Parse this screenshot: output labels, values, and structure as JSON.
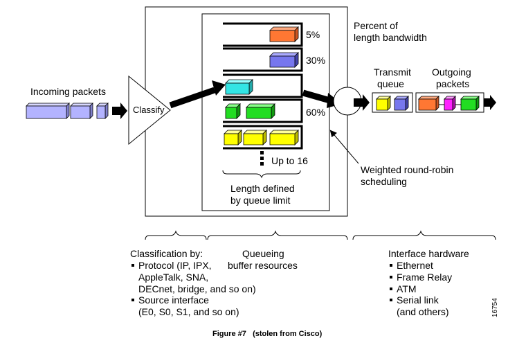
{
  "labels": {
    "incoming": "Incoming packets",
    "classify": "Classify",
    "percent_1": "Percent of",
    "percent_2": "length bandwidth",
    "pct_5": "5%",
    "pct_30": "30%",
    "pct_60": "60%",
    "up_to_16": "Up to 16",
    "length_1": "Length defined",
    "length_2": "by queue limit",
    "transmit_1": "Transmit",
    "transmit_2": "queue",
    "outgoing_1": "Outgoing",
    "outgoing_2": "packets",
    "wrr_1": "Weighted round-robin",
    "wrr_2": "scheduling"
  },
  "sections": {
    "classification": {
      "title": "Classification by:",
      "lines": [
        "Protocol (IP, IPX,",
        "AppleTalk, SNA,",
        "DECnet, bridge, and so on)",
        "Source interface",
        "(E0, S0, S1, and so on)"
      ]
    },
    "queueing": {
      "line1": "Queueing",
      "line2": "buffer resources"
    },
    "hardware": {
      "title": "Interface hardware",
      "items": [
        "Ethernet",
        "Frame Relay",
        "ATM",
        "Serial link",
        "(and others)"
      ]
    }
  },
  "figure_id": "16754",
  "caption": "Figure #7   (stolen from Cisco)",
  "colors": {
    "lavender": "#b3b3ff",
    "orange": "#ff7733",
    "blue": "#7777ee",
    "cyan": "#33e5e5",
    "green": "#22dd22",
    "yellow": "#ffff00",
    "magenta": "#ff22ff"
  }
}
